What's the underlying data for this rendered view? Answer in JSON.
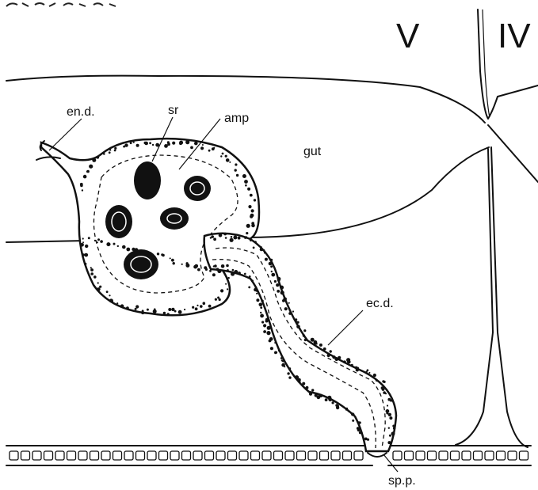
{
  "caption_fragment": "",
  "segments": {
    "left": "V",
    "right": "IV"
  },
  "labels": {
    "endodermal_duct": "en.d.",
    "sperm_reservoir": "sr",
    "ampulla": "amp",
    "gut": "gut",
    "ectodermal_duct": "ec.d.",
    "spermathecal_pore": "sp.p."
  }
}
